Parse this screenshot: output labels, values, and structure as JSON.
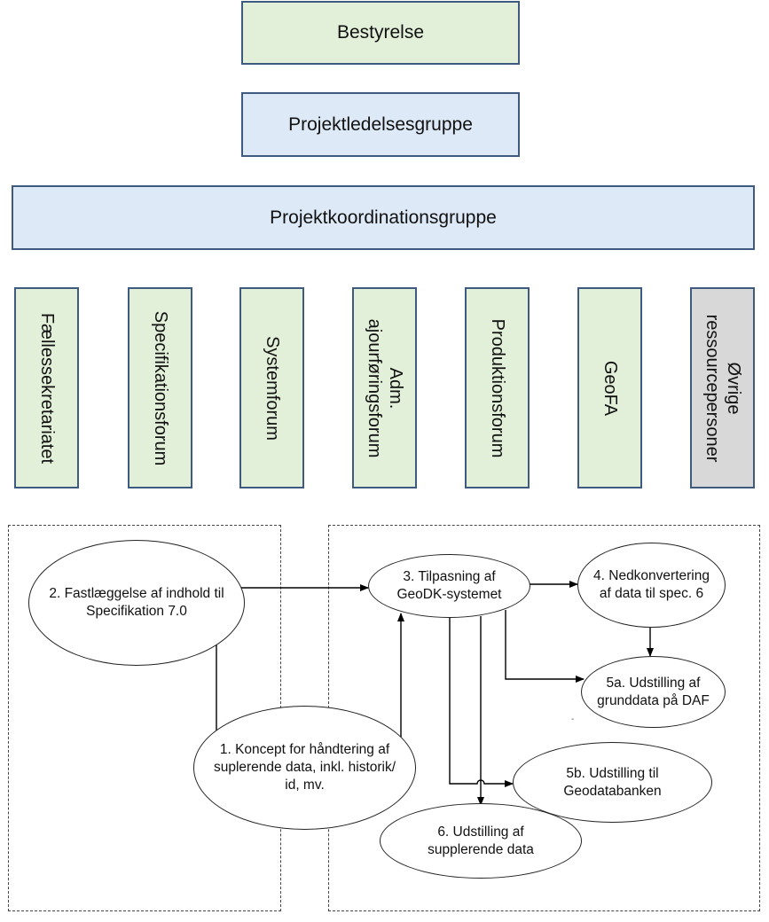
{
  "org": {
    "board": "Bestyrelse",
    "project_management": "Projektledelsesgruppe",
    "coordination": "Projektkoordinationsgruppe",
    "forums": [
      {
        "lines": [
          "Fællessekretariatet"
        ],
        "color": "#e2efd9"
      },
      {
        "lines": [
          "Specifikationsforum"
        ],
        "color": "#e2efd9"
      },
      {
        "lines": [
          "Systemforum"
        ],
        "color": "#e2efd9"
      },
      {
        "lines": [
          "Adm.",
          "ajourføringsforum"
        ],
        "color": "#e2efd9"
      },
      {
        "lines": [
          "Produktionsforum"
        ],
        "color": "#e2efd9"
      },
      {
        "lines": [
          "GeoFA"
        ],
        "color": "#e2efd9"
      },
      {
        "lines": [
          "Øvrige",
          "ressourcepersoner"
        ],
        "color": "#d8d8d8"
      }
    ]
  },
  "flow": {
    "nodes": {
      "n1": {
        "lines": [
          "1. Koncept for håndtering af",
          "suplerende data, inkl. historik/",
          "id, mv."
        ]
      },
      "n2": {
        "lines": [
          "2. Fastlæggelse af indhold til",
          "Specifikation 7.0"
        ]
      },
      "n3": {
        "lines": [
          "3. Tilpasning af",
          "GeoDK-systemet"
        ]
      },
      "n4": {
        "lines": [
          "4. Nedkonvertering",
          "af data til spec. 6"
        ]
      },
      "n5a": {
        "lines": [
          "5a. Udstilling af",
          "grunddata på DAF"
        ]
      },
      "n5b": {
        "lines": [
          "5b. Udstilling til",
          "Geodatabanken"
        ]
      },
      "n6": {
        "lines": [
          "6. Udstilling af",
          "supplerende data"
        ]
      }
    },
    "stray_mark": "-"
  }
}
